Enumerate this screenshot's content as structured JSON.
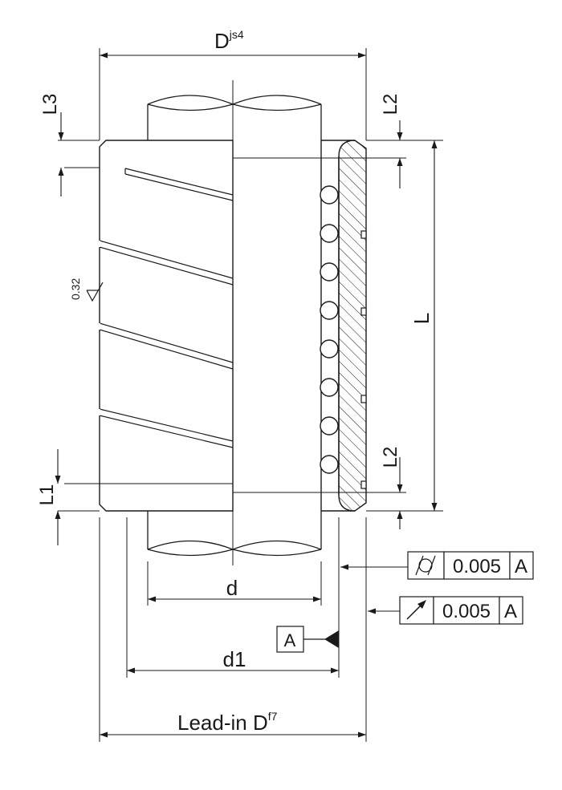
{
  "dimensions": {
    "D": "D",
    "D_sup": "js4",
    "L3": "L3",
    "L2_top": "L2",
    "L2_bottom": "L2",
    "L": "L",
    "L1": "L1",
    "d": "d",
    "d1": "d1",
    "lead_in": "Lead-in D",
    "lead_in_sup": "f7"
  },
  "surface_finish": "0.32",
  "datum": "A",
  "tolerance_frames": [
    {
      "symbol": "cylindricity-icon",
      "value": "0.005",
      "datum": "A"
    },
    {
      "symbol": "circular-runout-icon",
      "value": "0.005",
      "datum": "A"
    }
  ]
}
